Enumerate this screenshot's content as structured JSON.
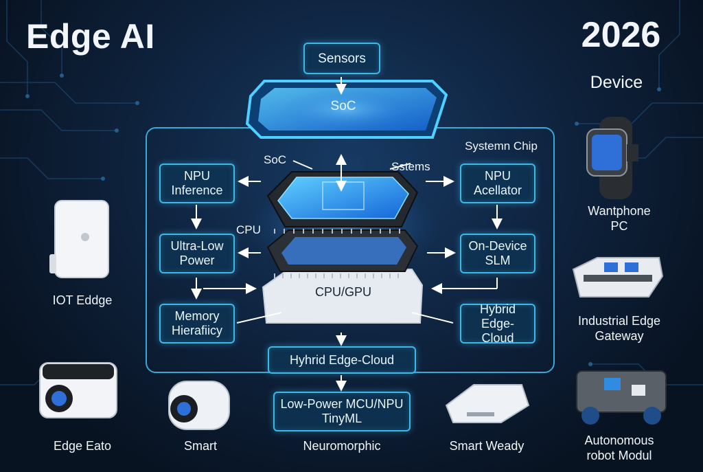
{
  "header": {
    "title": "Edge AI",
    "year": "2026",
    "subtitle": "Device"
  },
  "diagram": {
    "sensors": "Sensors",
    "soc_top": "SoC",
    "soc_label": "SoC",
    "systems_label": "Sstems",
    "system_chip": "Systemn Chip",
    "cpu_label": "CPU",
    "cpu_gpu": "CPU/GPU",
    "npu_inference": "NPU\nInference",
    "npu_accelerator": "NPU\nAcellator",
    "ultra_low_power": "Ultra-Low\nPower",
    "on_device_slm": "On-Device\nSLM",
    "memory_hierarchy": "Memory\nHierafiicy",
    "hybrid_right": "Hybrid\nEdge-Cloud",
    "hybrid_bottom": "Hyhrid Edge-Cloud",
    "mcu": "Low-Power MCU/NPU\nTinyML"
  },
  "devices": {
    "iot": "IOT Eddge",
    "phone": "Wantphone\nPC",
    "gateway": "Industrial Edge\nGateway",
    "edge_cam": "Edge Eato",
    "smart": "Smart",
    "neuromorphic": "Neuromorphic",
    "smart_ready": "Smart Weady",
    "robot": "Autonomous\nrobot Modul"
  },
  "colors": {
    "accent": "#3fb8e8",
    "chip_glow": "#2f8cff",
    "background": "#0a1424"
  }
}
